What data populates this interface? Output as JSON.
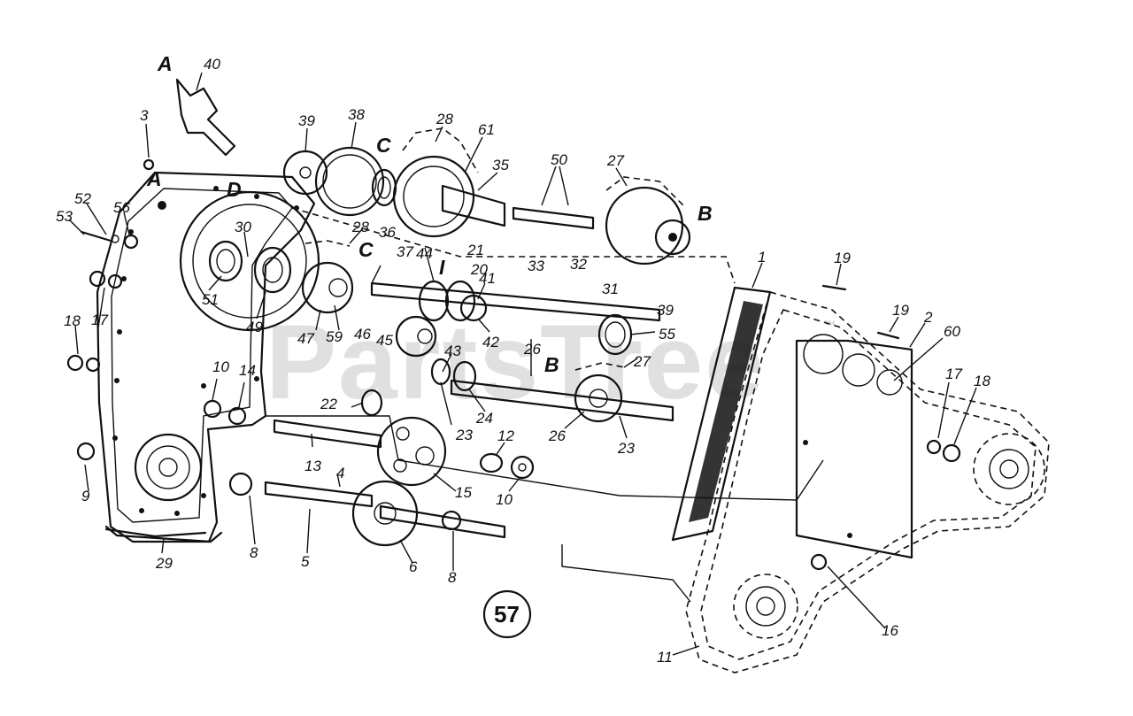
{
  "watermark": {
    "text": "PartsTree",
    "trademark": "™"
  },
  "page_number": "57",
  "callouts": [
    "A",
    "A",
    "D",
    "C",
    "C",
    "B",
    "B",
    "I"
  ],
  "part_numbers": [
    "40",
    "3",
    "39",
    "38",
    "28",
    "61",
    "35",
    "50",
    "27",
    "52",
    "56",
    "53",
    "30",
    "51",
    "49",
    "47",
    "59",
    "46",
    "45",
    "44",
    "21",
    "20",
    "41",
    "42",
    "43",
    "36",
    "37",
    "33",
    "32",
    "31",
    "39",
    "55",
    "1",
    "19",
    "19",
    "2",
    "60",
    "18",
    "17",
    "10",
    "14",
    "22",
    "23",
    "24",
    "26",
    "27",
    "26",
    "23",
    "12",
    "10",
    "15",
    "13",
    "4",
    "9",
    "8",
    "29",
    "5",
    "6",
    "8",
    "17",
    "18",
    "16",
    "11",
    "28"
  ]
}
